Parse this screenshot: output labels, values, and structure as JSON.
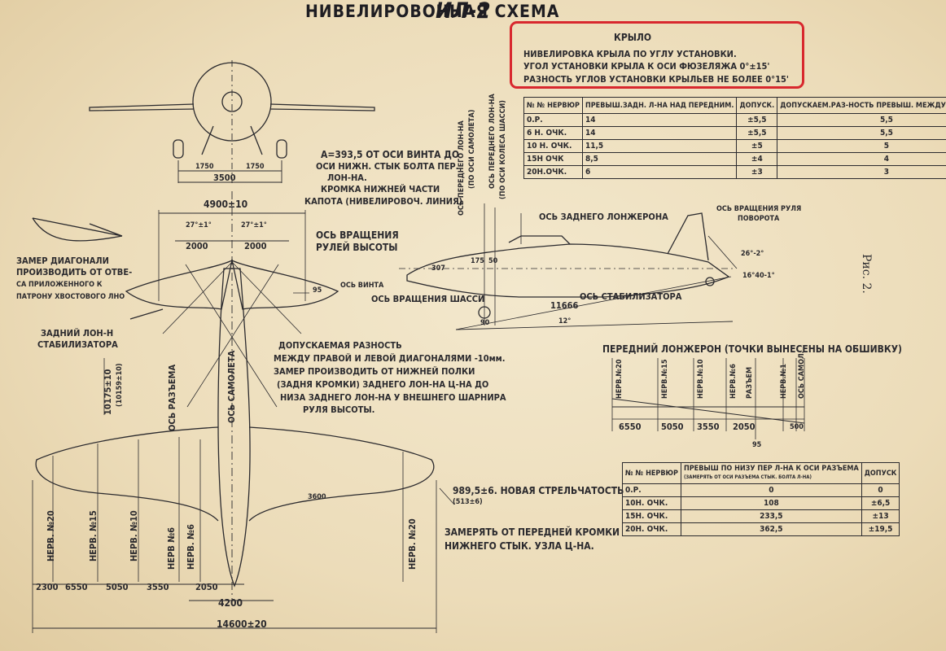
{
  "title": "НИВЕЛИРОВОЧНАЯ СХЕМА",
  "title_overwrite": "ИЛ-2",
  "figure_label": "Рис. 2.",
  "wing_note": {
    "heading": "КРЫЛО",
    "line1": "НИВЕЛИРОВКА КРЫЛА ПО УГЛУ УСТАНОВКИ.",
    "line2": "УГОЛ УСТАНОВКИ КРЫЛА К ОСИ ФЮЗЕЛЯЖА 0°±15'",
    "line3": "РАЗНОСТЬ УГЛОВ УСТАНОВКИ КРЫЛЬЕВ НЕ БОЛЕЕ 0°15'",
    "highlight_color": "#d8282e"
  },
  "top_table": {
    "headers": [
      "№ № НЕРВЮР",
      "ПРЕВЫШ.ЗАДН. Л-НА НАД ПЕРЕДНИМ.",
      "ДОПУСК.",
      "ДОПУСКАЕМ.РАЗ-НОСТЬ ПРЕВЫШ. МЕЖДУ КРЫЛЬЯМИ"
    ],
    "rows": [
      [
        "0.Р.",
        "14",
        "±5,5",
        "5,5"
      ],
      [
        "6 Н. ОЧК.",
        "14",
        "±5,5",
        "5,5"
      ],
      [
        "10 Н. ОЧК.",
        "11,5",
        "±5",
        "5"
      ],
      [
        "15Н ОЧК",
        "8,5",
        "±4",
        "4"
      ],
      [
        "20Н.ОЧК.",
        "6",
        "±3",
        "3"
      ]
    ]
  },
  "bottom_table": {
    "headers": [
      "№ № НЕРВЮР",
      "ПРЕВЫШ ПО НИЗУ ПЕР Л-НА К ОСИ РАЗЪЕМА",
      "ДОПУСК"
    ],
    "header_sub": "(ЗАМЕРЯТЬ ОТ ОСИ РАЗЪЕМА СТЫК. БОЛТА Л-НА)",
    "rows": [
      [
        "0.Р.",
        "0",
        "0"
      ],
      [
        "10Н. ОЧК.",
        "108",
        "±6,5"
      ],
      [
        "15Н. ОЧК.",
        "233,5",
        "±13"
      ],
      [
        "20Н. ОЧК.",
        "362,5",
        "±19,5"
      ]
    ]
  },
  "front_view": {
    "dim_left": "1750",
    "dim_right": "1750",
    "dim_total": "3500"
  },
  "plan_view": {
    "tail_span": "4900±10",
    "tail_angle_left": "27°±1°",
    "tail_angle_right": "27°±1°",
    "tail_dim_left": "2000",
    "tail_dim_right": "2000",
    "note_diagonal_1": "ЗАМЕР ДИАГОНАЛИ",
    "note_diagonal_2": "ПРОИЗВОДИТЬ ОТ ОТВЕ-",
    "note_diagonal_3": "СА ПРИЛОЖЕННОГО К",
    "note_diagonal_4": "ПАТРОНУ ХВОСТОВОГО ЛНО",
    "elevator_axis_1": "ОСЬ ВРАЩЕНИЯ",
    "elevator_axis_2": "РУЛЕЙ ВЫСОТЫ",
    "dim_95": "95",
    "rear_spar_stab_1": "ЗАДНИЙ ЛОН-Н",
    "rear_spar_stab_2": "СТАБИЛИЗАТОРА",
    "allowed_diff_1": "ДОПУСКАЕМАЯ РАЗНОСТЬ",
    "allowed_diff_2": "МЕЖДУ ПРАВОЙ И ЛЕВОЙ ДИАГОНАЛЯМИ -10мм.",
    "allowed_diff_3": "ЗАМЕР ПРОИЗВОДИТЬ ОТ НИЖНЕЙ ПОЛКИ",
    "allowed_diff_4": "(ЗАДНЯ КРОМКИ) ЗАДНЕГО ЛОН-НА Ц-НА ДО",
    "allowed_diff_5": "НИЗА ЗАДНЕГО ЛОН-НА У ВНЕШНЕГО ШАРНИРА",
    "allowed_diff_6": "РУЛЯ ВЫСОТЫ.",
    "diag_value": "10175±10",
    "diag_sub": "(10159±10)",
    "aircraft_axis": "ОСЬ САМОЛЕТА",
    "joint_axis": "ОСЬ РАЗЪЕМА",
    "dim_3600": "3600",
    "new_sweep_1": "989,5±6. НОВАЯ СТРЕЛЬЧАТОСТЬ",
    "new_sweep_2": "(513±6)",
    "measure_1": "ЗАМЕРЯТЬ ОТ ПЕРЕДНЕЙ КРОМКИ",
    "measure_2": "НИЖНЕГО СТЫК. УЗЛА Ц-НА.",
    "rib_labels": [
      "НЕРВ. №20",
      "НЕРВ. №15",
      "НЕРВ. №10",
      "НЕРВ №6",
      "НЕРВ. №6",
      "НЕРВ. №20"
    ],
    "span_dims": [
      "2300",
      "6550",
      "5050",
      "3550",
      "2050"
    ],
    "center_dim": "4200",
    "total_span": "14600±20"
  },
  "side_view": {
    "a_note_1": "А=393,5 ОТ ОСИ ВИНТА ДО",
    "a_note_2": "ОСИ НИЖН. СТЫК БОЛТА ПЕР.",
    "a_note_3": "ЛОН-НА.",
    "cowl_1": "КРОМКА НИЖНЕЙ ЧАСТИ",
    "cowl_2": "КАПОТА (НИВЕЛИРОВОЧ. ЛИНИЯ)",
    "front_spar_axis": "ОСЬ ПЕРЕДНЕГО ЛОН-НА",
    "front_spar_sub": "(ПО ОСИ САМОЛЕТА)",
    "front_wheel_axis": "ОСЬ ПЕРЕДНЕГО ЛОН-НА",
    "front_wheel_sub": "(ПО ОСИ КОЛЕСА ШАССИ)",
    "rear_spar_axis": "ОСЬ ЗАДНЕГО ЛОНЖЕРОНА",
    "rudder_axis_1": "ОСЬ ВРАЩЕНИЯ РУЛЯ",
    "rudder_axis_2": "ПОВОРОТА",
    "prop_axis": "ОСЬ ВИНТА",
    "gear_axis": "ОСЬ ВРАЩЕНИЯ ШАССИ",
    "stab_axis": "ОСЬ СТАБИЛИЗАТОРА",
    "angle_1": "26°-2°",
    "angle_2": "16°40-1°",
    "angle_3": "12°",
    "dim_11666": "11666",
    "dim_175": "175",
    "dim_50": "50",
    "dim_307": "307",
    "dim_90": "90"
  },
  "spar_view": {
    "heading": "ПЕРЕДНИЙ ЛОНЖЕРОН (ТОЧКИ ВЫНЕСЕНЫ НА ОБШИВКУ)",
    "labels": [
      "НЕРВ.№20",
      "НЕРВ.№15",
      "НЕРВ.№10",
      "НЕРВ.№6",
      "РАЗЪЕМ",
      "НЕРВ.№1",
      "ОСЬ САМОЛ."
    ],
    "dims": [
      "6550",
      "5050",
      "3550",
      "2050",
      "500"
    ],
    "dim_95": "95"
  }
}
